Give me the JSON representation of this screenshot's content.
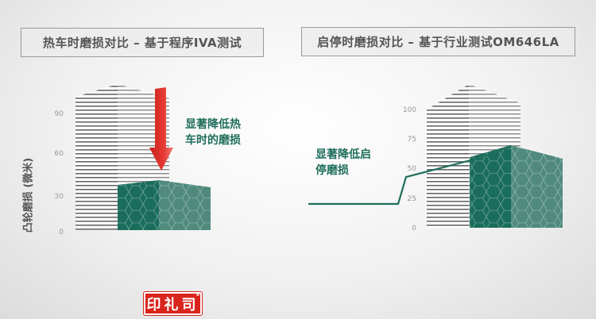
{
  "left_panel": {
    "title": "热车时磨损对比 – 基于程序IVA测试",
    "y_axis_label": "凸轮磨损 (微米)",
    "y_ticks": [
      "90",
      "60",
      "30",
      "0"
    ],
    "note_line1": "显著降低热",
    "note_line2": "车时的磨损"
  },
  "right_panel": {
    "title": "启停时磨损对比 – 基于行业测试OM646LA",
    "y_ticks": [
      "100",
      "75",
      "50",
      "25",
      "0"
    ],
    "note_line1": "显著降低启",
    "note_line2": "停磨损"
  },
  "logo": {
    "text": "印礼司",
    "mark": "®"
  },
  "colors": {
    "green": "#1f6e5c",
    "red": "#d9241c",
    "title_text": "#555555"
  }
}
